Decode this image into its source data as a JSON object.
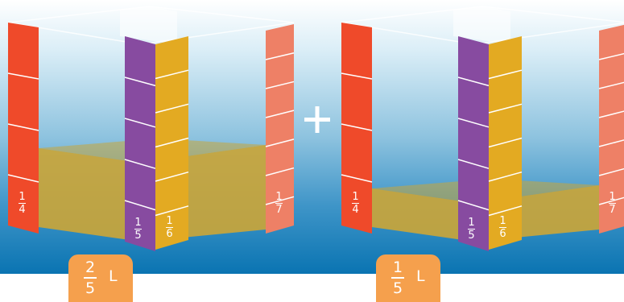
{
  "operator": "+",
  "containers": [
    {
      "id": "left",
      "volume": {
        "numerator": "2",
        "denominator": "5",
        "unit": "L"
      },
      "fill_fraction": 0.4,
      "rulers": [
        {
          "numerator": "1",
          "denominator": "4",
          "divisions": 4,
          "color": "#ef4a2a"
        },
        {
          "numerator": "1",
          "denominator": "5",
          "divisions": 5,
          "color": "#874ba0"
        },
        {
          "numerator": "1",
          "denominator": "6",
          "divisions": 6,
          "color": "#e3aa22"
        },
        {
          "numerator": "1",
          "denominator": "7",
          "divisions": 7,
          "color": "#ee8066"
        }
      ]
    },
    {
      "id": "right",
      "volume": {
        "numerator": "1",
        "denominator": "5",
        "unit": "L"
      },
      "fill_fraction": 0.2,
      "rulers": [
        {
          "numerator": "1",
          "denominator": "4",
          "divisions": 4,
          "color": "#ef4a2a"
        },
        {
          "numerator": "1",
          "denominator": "5",
          "divisions": 5,
          "color": "#874ba0"
        },
        {
          "numerator": "1",
          "denominator": "6",
          "divisions": 6,
          "color": "#e3aa22"
        },
        {
          "numerator": "1",
          "denominator": "7",
          "divisions": 7,
          "color": "#ee8066"
        }
      ]
    }
  ],
  "colors": {
    "background_top": "#ffffff",
    "background_mid": "#8ec3df",
    "background_bottom": "#0a74b2",
    "liquid": "#c9a53a",
    "badge": "#f5a04d"
  }
}
